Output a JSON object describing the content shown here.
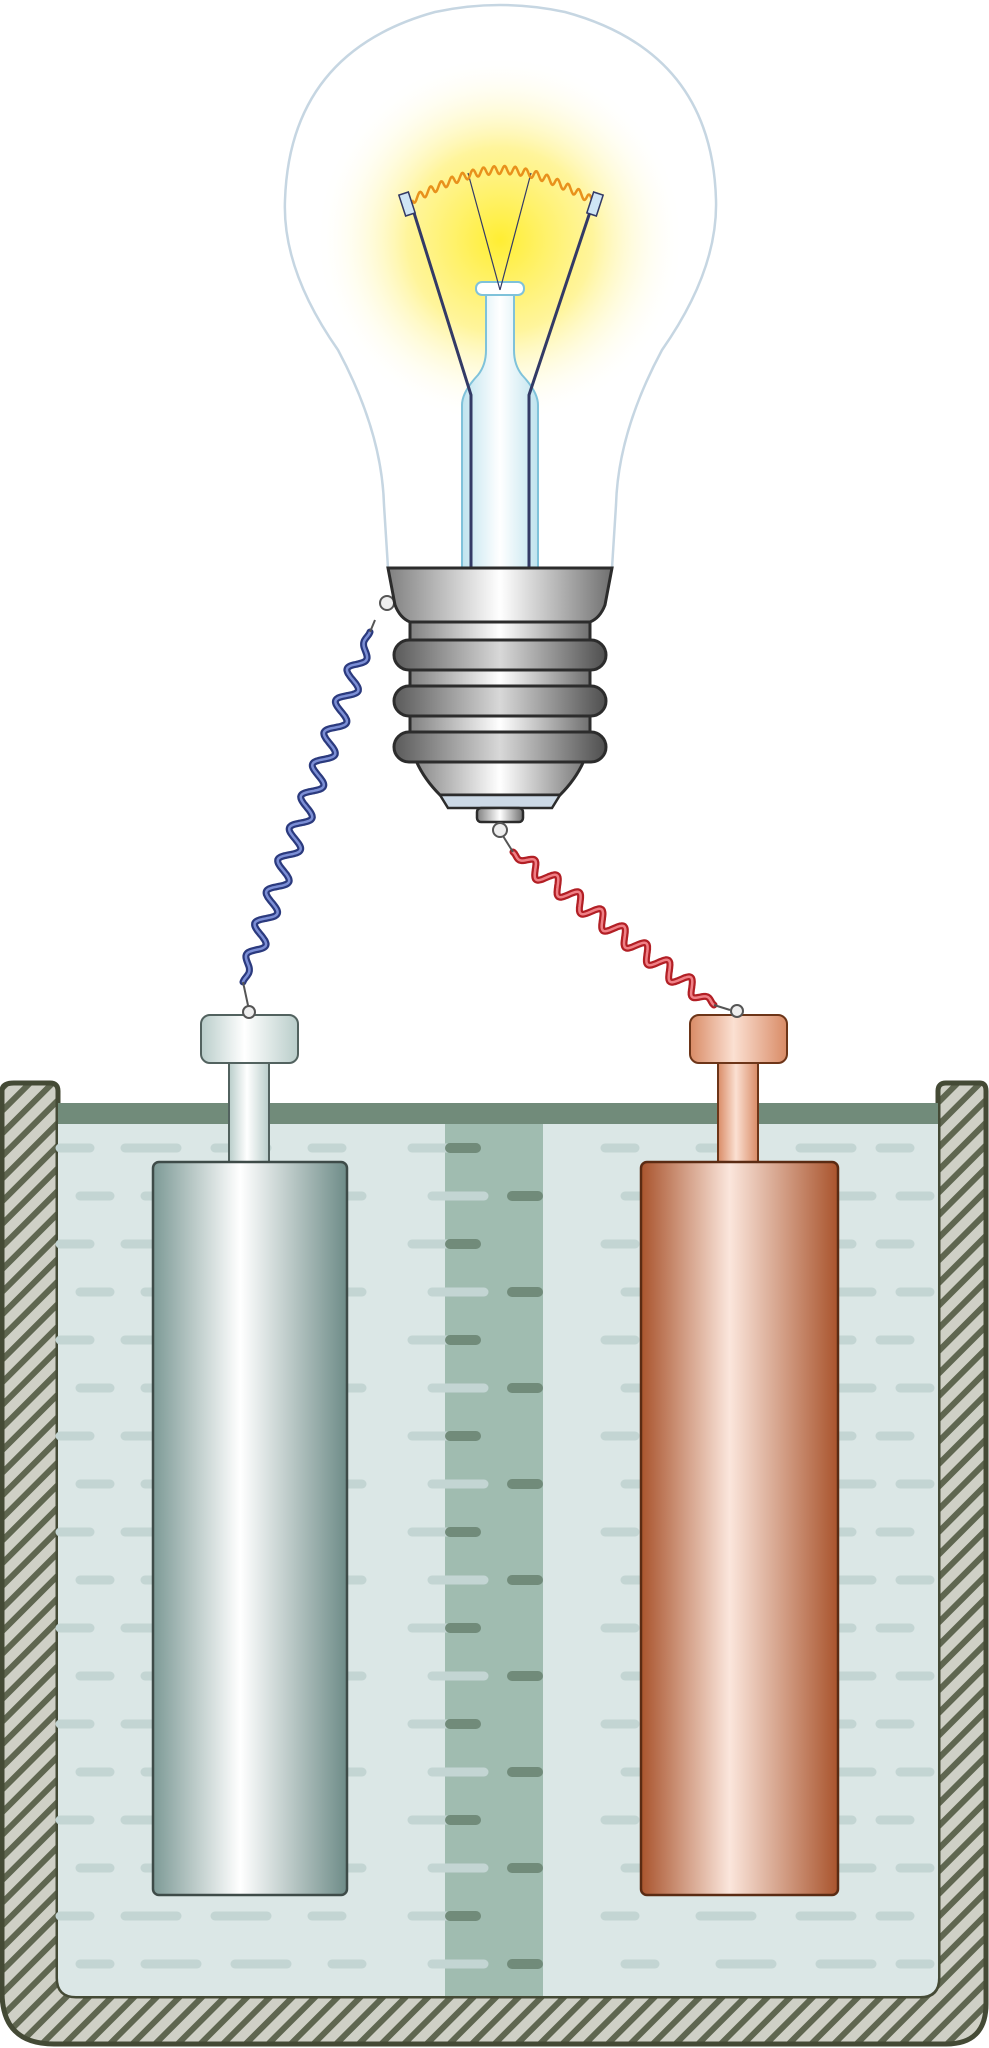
{
  "diagram": {
    "components": [
      {
        "id": "light-bulb",
        "kind": "incandescent lamp"
      },
      {
        "id": "zinc-electrode",
        "kind": "metal electrode"
      },
      {
        "id": "copper-electrode",
        "kind": "metal electrode"
      },
      {
        "id": "electrolyte-container",
        "kind": "container with electrolyte"
      },
      {
        "id": "porous-separator",
        "kind": "separator"
      }
    ],
    "wires": [
      {
        "from": "light-bulb",
        "to": "zinc-electrode",
        "color": "#3a4fa0"
      },
      {
        "from": "light-bulb",
        "to": "copper-electrode",
        "color": "#d22a30"
      }
    ]
  },
  "colors": {
    "electrolyte": "#dbe7e6",
    "separator": "#a0bcb0",
    "zinc": "#9cb6b2",
    "copper": "#c06a42",
    "container_wall": "#4f5540",
    "glow": "#ffee33"
  }
}
